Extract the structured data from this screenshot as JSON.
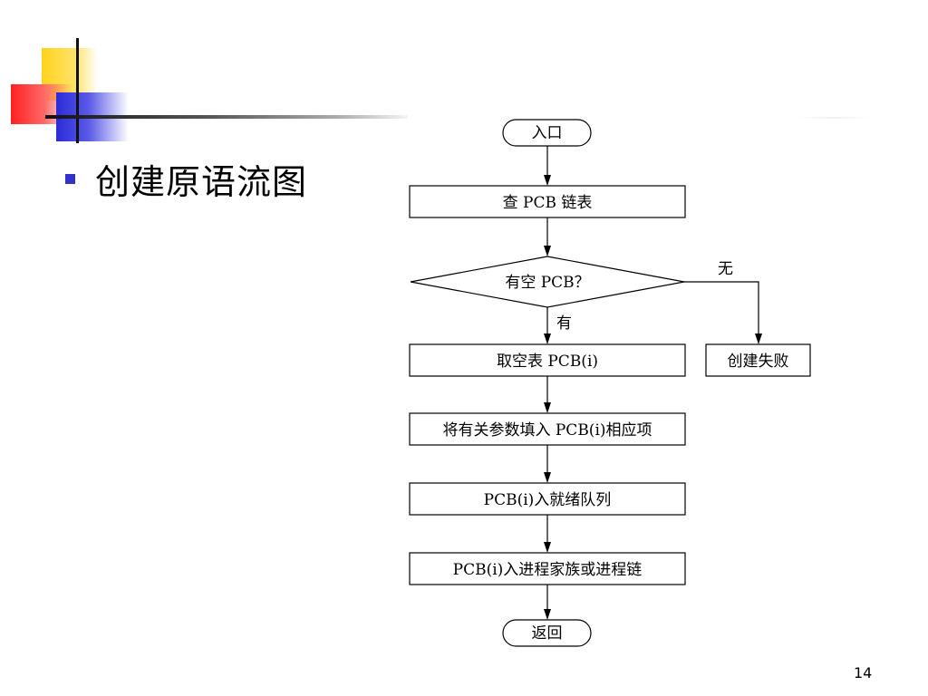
{
  "slide": {
    "title": "创建原语流图",
    "page_number": "14"
  },
  "flowchart": {
    "nodes": {
      "start": "入口",
      "check_pcb_list": "查 PCB 链表",
      "decision": "有空 PCB？",
      "take_empty": "取空表 PCB(i)",
      "fill_params": "将有关参数填入 PCB(i)相应项",
      "ready_queue": "PCB(i)入就绪队列",
      "family_chain": "PCB(i)入进程家族或进程链",
      "fail": "创建失败",
      "end": "返回"
    },
    "edge_labels": {
      "yes": "有",
      "no": "无"
    }
  },
  "colors": {
    "bullet": "#3333cc",
    "deco_yellow": "#ffd21a",
    "deco_red": "#ff2020",
    "deco_blue": "#2b2bd8"
  }
}
